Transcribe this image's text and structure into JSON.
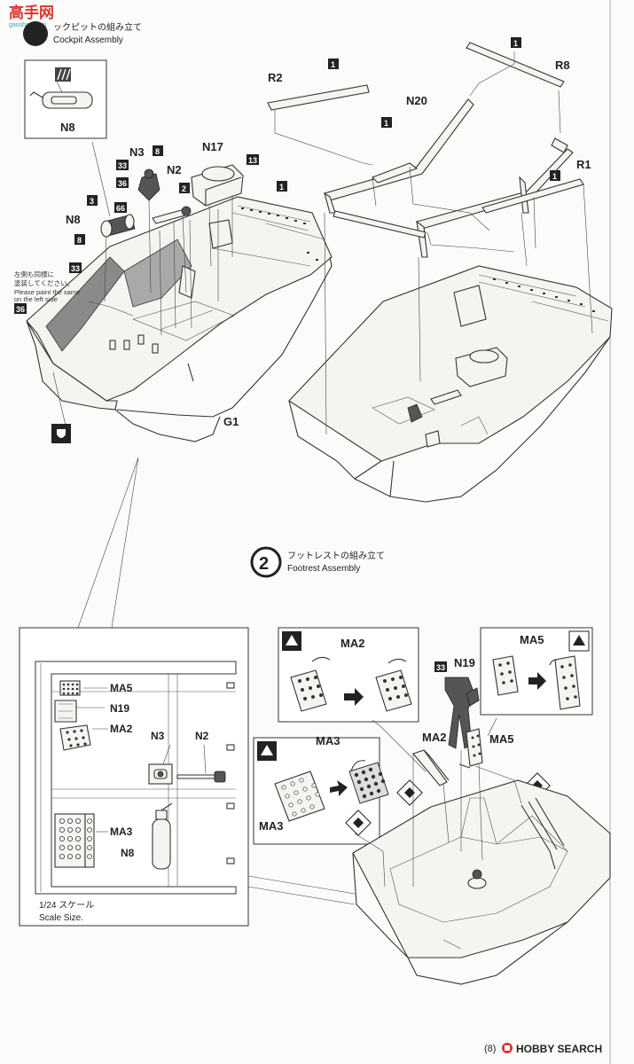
{
  "header": {
    "watermark_logo": "高手网",
    "watermark_url": "gaoshou.com",
    "step1_title_jp": "ックピットの組み立て",
    "step1_title_en": "Cockpit Assembly",
    "step2_number": "2",
    "step2_title_jp": "フットレストの組み立て",
    "step2_title_en": "Footrest Assembly"
  },
  "step1": {
    "labels": {
      "n8_inset": "N8",
      "n3": "N3",
      "n2": "N2",
      "n17": "N17",
      "n8": "N8",
      "g1": "G1",
      "r2": "R2",
      "n20": "N20",
      "r8": "R8",
      "r1": "R1"
    },
    "paint_codes": {
      "c33a": "33",
      "c36a": "36",
      "c8a": "8",
      "c2": "2",
      "c13": "13",
      "c1a": "1",
      "c3": "3",
      "c66": "66",
      "c8b": "8",
      "c33b": "33",
      "c36b": "36",
      "c1b": "1",
      "c1c": "1",
      "c1d": "1",
      "c1e": "1"
    },
    "note_jp_1": "左側も同様に",
    "note_jp_2": "塗装してください。",
    "note_en_1": "Please paint the same",
    "note_en_2": "on the left side"
  },
  "step2": {
    "labels": {
      "ma2_box": "MA2",
      "ma5_box": "MA5",
      "n19": "N19",
      "ma3_top": "MA3",
      "ma3_bottom": "MA3",
      "ma2": "MA2",
      "ma5": "MA5"
    },
    "paint_codes": {
      "c33": "33"
    }
  },
  "scale_inset": {
    "labels": {
      "ma5": "MA5",
      "n19": "N19",
      "ma2": "MA2",
      "n3": "N3",
      "n2": "N2",
      "ma3": "MA3",
      "n8": "N8"
    },
    "caption_jp": "1/24 スケール",
    "caption_en": "Scale Size."
  },
  "footer": {
    "page_ref": "(8)",
    "brand": "HOBBY SEARCH"
  },
  "colors": {
    "ink": "#222222",
    "paper": "#fbfbf9",
    "watermark_red": "#d9342b",
    "watermark_teal": "#3aa6a0"
  }
}
